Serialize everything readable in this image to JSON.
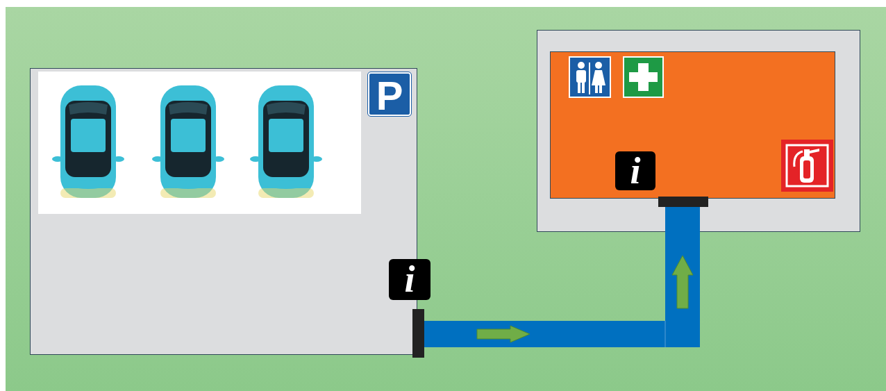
{
  "diagram": {
    "nodes": [
      {
        "text": [
          "P"
        ]
      },
      {
        "text": [
          "i"
        ]
      }
    ],
    "edges": [
      {
        "from": 0,
        "to": 1,
        "arrow": "to"
      }
    ],
    "labels": [
      "i"
    ]
  }
}
